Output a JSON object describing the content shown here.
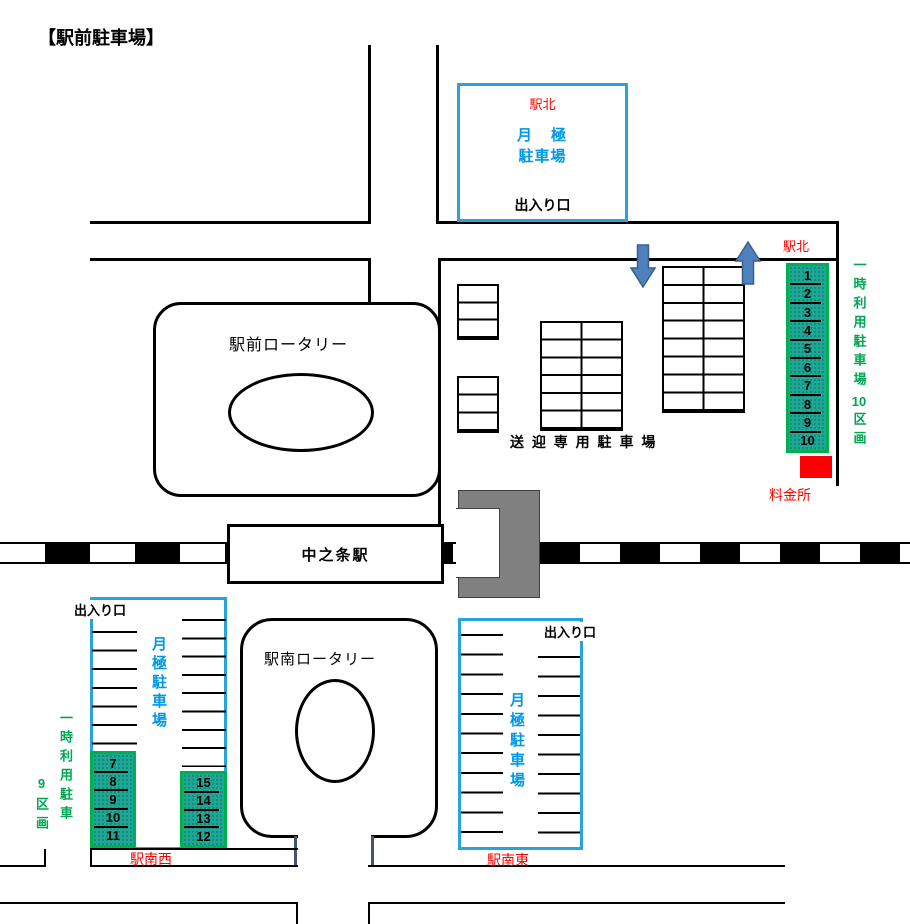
{
  "title": "【駅前駐車場】",
  "north_lot": {
    "area": "駅北",
    "name1": "月　極",
    "name2": "駐車場",
    "entrance": "出入り口"
  },
  "north_rotary_label": "駅前ロータリー",
  "shuttle_lot_label": "送 迎 専 用 駐 車 場",
  "north_temp": {
    "area": "駅北",
    "spaces": [
      "1",
      "2",
      "3",
      "4",
      "5",
      "6",
      "7",
      "8",
      "9",
      "10"
    ],
    "side_label_top": "一時利用駐車場",
    "side_label_num": "10",
    "side_label_bottom": "区画",
    "toll_label": "料金所"
  },
  "station_name": "中之条駅",
  "south_rotary_label": "駅南ロータリー",
  "sw_lot": {
    "entrance": "出入り口",
    "name": "月極駐車場",
    "area": "駅南西",
    "left_spaces": [
      "7",
      "8",
      "9",
      "10",
      "11"
    ],
    "right_spaces": [
      "15",
      "14",
      "13",
      "12"
    ]
  },
  "sw_temp": {
    "label_col_right": "一時利用駐車",
    "label_col_left": "9区画"
  },
  "se_lot": {
    "entrance": "出入り口",
    "name": "月極駐車場",
    "area": "駅南東"
  },
  "colors": {
    "accent_blue": "#29A3DC",
    "text_blue": "#0099E5",
    "red": "#FF0000",
    "green_border": "#00B050",
    "green_fill": "#1EA795",
    "green_text": "#00A651",
    "arrow_fill": "#4F81BD",
    "arrow_edge": "#3A5F8B",
    "slate": "#44546A",
    "gray": "#808080"
  }
}
